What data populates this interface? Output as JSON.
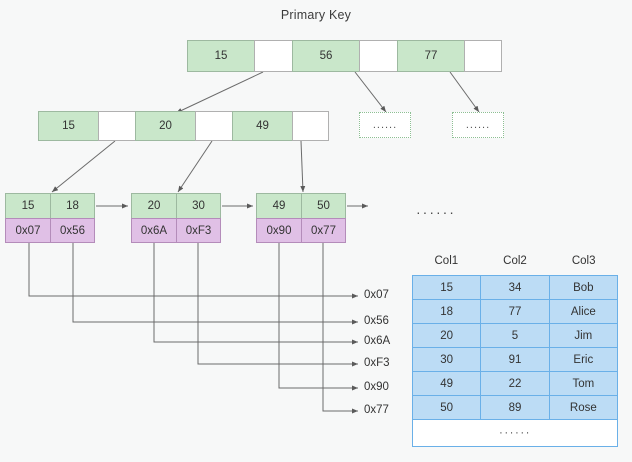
{
  "title": "Primary Key",
  "colors": {
    "background": "#f7f8f8",
    "key_cell": "#c9e7ca",
    "key_border": "#9db9a0",
    "pointer_cell": "#ffffff",
    "address_cell": "#e0c0e6",
    "address_border": "#b48cba",
    "table_cell": "#bcdcf5",
    "table_border": "#6ab0e8",
    "connector": "#6b6b6b",
    "text": "#333333"
  },
  "tree": {
    "root": {
      "name": "root-node",
      "cells": [
        {
          "type": "key",
          "label": "15"
        },
        {
          "type": "pointer",
          "label": ""
        },
        {
          "type": "key",
          "label": "56"
        },
        {
          "type": "pointer",
          "label": ""
        },
        {
          "type": "key",
          "label": "77"
        },
        {
          "type": "pointer",
          "label": ""
        }
      ]
    },
    "internal": {
      "name": "internal-node",
      "cells": [
        {
          "type": "key",
          "label": "15"
        },
        {
          "type": "pointer",
          "label": ""
        },
        {
          "type": "key",
          "label": "20"
        },
        {
          "type": "pointer",
          "label": ""
        },
        {
          "type": "key",
          "label": "49"
        },
        {
          "type": "pointer",
          "label": ""
        }
      ]
    },
    "leaves": [
      {
        "name": "leaf-node-1",
        "keys": [
          "15",
          "18"
        ],
        "addresses": [
          "0x07",
          "0x56"
        ]
      },
      {
        "name": "leaf-node-2",
        "keys": [
          "20",
          "30"
        ],
        "addresses": [
          "0x6A",
          "0xF3"
        ]
      },
      {
        "name": "leaf-node-3",
        "keys": [
          "49",
          "50"
        ],
        "addresses": [
          "0x90",
          "0x77"
        ]
      }
    ],
    "more_nodes": [
      {
        "name": "more-subtree-box-1",
        "label": "......"
      },
      {
        "name": "more-subtree-box-2",
        "label": "......"
      }
    ],
    "leaf_chain_more": "······"
  },
  "address_labels": [
    {
      "name": "address-label-0x07",
      "label": "0x07"
    },
    {
      "name": "address-label-0x56",
      "label": "0x56"
    },
    {
      "name": "address-label-0x6A",
      "label": "0x6A"
    },
    {
      "name": "address-label-0xF3",
      "label": "0xF3"
    },
    {
      "name": "address-label-0x90",
      "label": "0x90"
    },
    {
      "name": "address-label-0x77",
      "label": "0x77"
    }
  ],
  "data_table": {
    "name": "data-table",
    "columns": [
      "Col1",
      "Col2",
      "Col3"
    ],
    "rows": [
      [
        "15",
        "34",
        "Bob"
      ],
      [
        "18",
        "77",
        "Alice"
      ],
      [
        "20",
        "5",
        "Jim"
      ],
      [
        "30",
        "91",
        "Eric"
      ],
      [
        "49",
        "22",
        "Tom"
      ],
      [
        "50",
        "89",
        "Rose"
      ]
    ],
    "more_row_label": "······"
  }
}
